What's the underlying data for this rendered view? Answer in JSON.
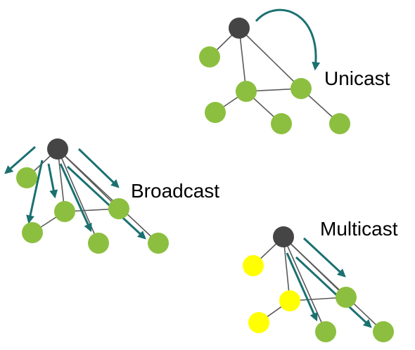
{
  "labels": {
    "unicast": "Unicast",
    "broadcast": "Broadcast",
    "multicast": "Multicast"
  },
  "colors": {
    "source": "#454545",
    "receiver_green": "#8cbf3f",
    "member_yellow": "#ffff00",
    "arrow": "#1a7170",
    "edge": "#5a5a5a"
  }
}
